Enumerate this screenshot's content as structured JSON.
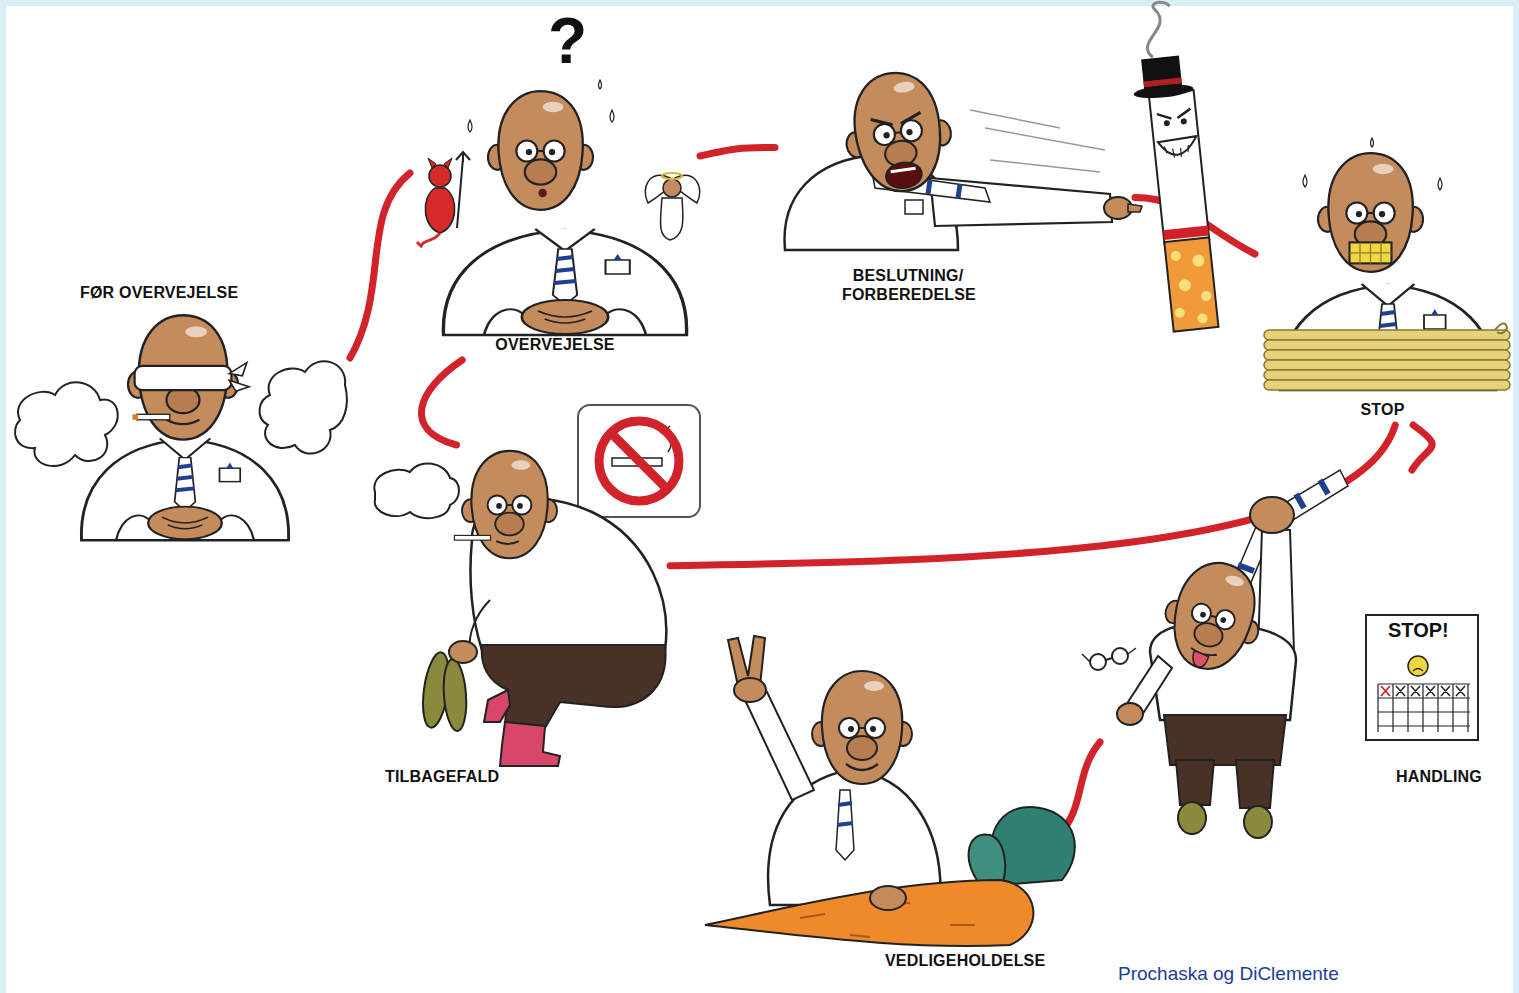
{
  "diagram": {
    "caption": "Prochaska og DiClemente",
    "nodes": [
      {
        "text": [
          "FØR OVERVEJELSE"
        ]
      },
      {
        "text": [
          "OVERVEJELSE"
        ]
      },
      {
        "text": [
          "BESLUTNING/ FORBEREDELSE"
        ]
      },
      {
        "text": [
          "STOP"
        ]
      },
      {
        "text": [
          "TILBAGEFALD"
        ]
      },
      {
        "text": [
          "HANDLING"
        ]
      },
      {
        "text": [
          "VEDLIGEHOLDELSE"
        ]
      }
    ],
    "edges": [
      {
        "from": 0,
        "to": 1,
        "arrow": "none"
      },
      {
        "from": 1,
        "to": 2,
        "arrow": "none"
      },
      {
        "from": 2,
        "to": 3,
        "arrow": "none"
      },
      {
        "from": 3,
        "to": 5,
        "arrow": "none"
      },
      {
        "from": 5,
        "to": 6,
        "arrow": "none"
      },
      {
        "from": 3,
        "to": 4,
        "arrow": "none"
      },
      {
        "from": 4,
        "to": 1,
        "arrow": "none"
      }
    ],
    "labels": [
      "?",
      "STOP!"
    ]
  }
}
